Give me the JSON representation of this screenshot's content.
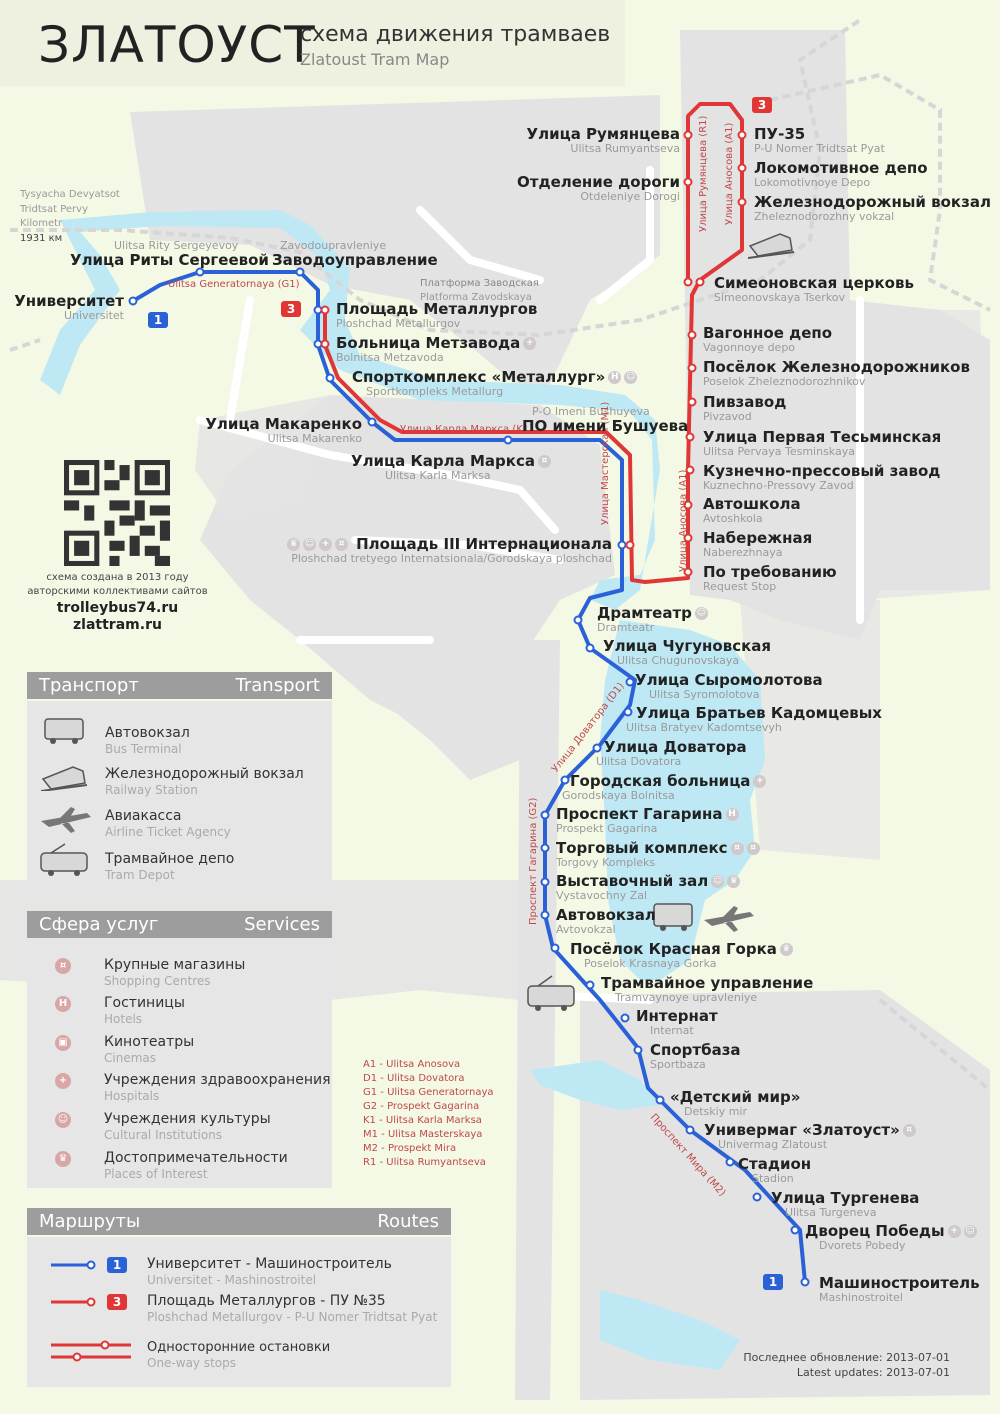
{
  "title": {
    "city": "ЗЛАТОУСТ",
    "subtitle_ru": "схема движения трамваев",
    "subtitle_en": "Zlatoust Tram Map"
  },
  "km_marker": {
    "line1": "Tysyacha Devyatsot",
    "line2": "Tridtsat Pervy",
    "line3": "Kilometr",
    "label": "1931 км"
  },
  "stations": {
    "universitet": {
      "ru": "Университет",
      "en": "Universitet"
    },
    "rity": {
      "ru": "Улица Риты Сергеевой",
      "en": "Ulitsa Rity Sergeyevoy"
    },
    "zavodo": {
      "ru": "Заводоуправление",
      "en": "Zavodoupravleniye"
    },
    "pl_metall": {
      "ru": "Площадь Металлургов",
      "en": "Ploshchad Metallurgov"
    },
    "bolnitsa_metz": {
      "ru": "Больница Метзавода",
      "en": "Bolnitsa Metzavoda"
    },
    "sport_metall": {
      "ru": "Спорткомплекс «Металлург»",
      "en": "Sportkompleks Metallurg"
    },
    "makarenko": {
      "ru": "Улица Макаренко",
      "en": "Ulitsa Makarenko"
    },
    "karla_marksa": {
      "ru": "Улица Карла Маркса",
      "en": "Ulitsa Karla Marksa"
    },
    "bushuyeva": {
      "ru": "ПО имени Бушуева",
      "en": "P-O Imeni Bushuyeva"
    },
    "pl_internats": {
      "ru": "Площадь III Интернационала",
      "en": "Ploshchad tretyego Internatsionala/Gorodskaya ploshchad"
    },
    "rumyantseva": {
      "ru": "Улица Румянцева",
      "en": "Ulitsa Rumyantseva"
    },
    "otd_dorogi": {
      "ru": "Отделение дороги",
      "en": "Otdeleniye Dorogi"
    },
    "pu35": {
      "ru": "ПУ-35",
      "en": "P-U Nomer Tridtsat Pyat"
    },
    "lokomotiv": {
      "ru": "Локомотивное депо",
      "en": "Lokomotivnoye Depo"
    },
    "zhd_vokzal": {
      "ru": "Железнодорожный вокзал",
      "en": "Zheleznodorozhny vokzal"
    },
    "simeon": {
      "ru": "Симеоновская церковь",
      "en": "Simeonovskaya Tserkov"
    },
    "vagon_depo": {
      "ru": "Вагонное депо",
      "en": "Vagonnoye depo"
    },
    "pos_zhd": {
      "ru": "Посёлок Железнодорожников",
      "en": "Poselok Zheleznodorozhnikov"
    },
    "pivzavod": {
      "ru": "Пивзавод",
      "en": "Pivzavod"
    },
    "tesminskaya": {
      "ru": "Улица Первая Тесьминская",
      "en": "Ulitsa Pervaya Tesminskaya"
    },
    "kuznechno": {
      "ru": "Кузнечно-прессовый завод",
      "en": "Kuznechno-Pressovy Zavod"
    },
    "avtoshkola": {
      "ru": "Автошкола",
      "en": "Avtoshkola"
    },
    "naberezhnaya": {
      "ru": "Набережная",
      "en": "Naberezhnaya"
    },
    "po_treb": {
      "ru": "По требованию",
      "en": "Request Stop"
    },
    "dramteatr": {
      "ru": "Драмтеатр",
      "en": "Dramteatr"
    },
    "chugunovskaya": {
      "ru": "Улица Чугуновская",
      "en": "Ulitsa Chugunovskaya"
    },
    "syromolotova": {
      "ru": "Улица Сыромолотова",
      "en": "Ulitsa Syromolotova"
    },
    "kadomtsevykh": {
      "ru": "Улица Братьев Кадомцевых",
      "en": "Ulitsa Bratyev Kadomtsevyh"
    },
    "dovatora": {
      "ru": "Улица Доватора",
      "en": "Ulitsa Dovatora"
    },
    "gor_bolnitsa": {
      "ru": "Городская больница",
      "en": "Gorodskaya Bolnitsa"
    },
    "gagarina": {
      "ru": "Проспект Гагарина",
      "en": "Prospekt Gagarina"
    },
    "torg_kompleks": {
      "ru": "Торговый комплекс",
      "en": "Torgovy Kompleks"
    },
    "vyst_zal": {
      "ru": "Выставочный зал",
      "en": "Vystavochny Zal"
    },
    "avtovokzal": {
      "ru": "Автовокзал",
      "en": "Avtovokzal"
    },
    "krasnaya_gorka": {
      "ru": "Посёлок Красная Горка",
      "en": "Poselok Krasnaya Gorka"
    },
    "tramv_upr": {
      "ru": "Трамвайное управление",
      "en": "Tramvaynoye upravleniye"
    },
    "internat": {
      "ru": "Интернат",
      "en": "Internat"
    },
    "sportbaza": {
      "ru": "Спортбаза",
      "en": "Sportbaza"
    },
    "detsky_mir": {
      "ru": "«Детский мир»",
      "en": "Detskiy mir"
    },
    "univermag": {
      "ru": "Универмаг «Златоуст»",
      "en": "Univermag Zlatoust"
    },
    "stadion": {
      "ru": "Стадион",
      "en": "Stadion"
    },
    "turgeneva": {
      "ru": "Улица Тургенева",
      "en": "Ulitsa Turgeneva"
    },
    "dvorets": {
      "ru": "Дворец Победы",
      "en": "Dvorets Pobedy"
    },
    "mashinostroitel": {
      "ru": "Машиностроитель",
      "en": "Mashinostroitel"
    }
  },
  "streets": {
    "generatornaya": "Ulitsa Generatornaya (G1)",
    "karla_marksa": "Улица Карла Маркса (K1)",
    "masterskaya": "Улица Мастерская (M1)",
    "anosova_bottom": "Улица Аносова (A1)",
    "rumyantseva": "Улица Румянцева (R1)",
    "anosova_top": "Улица Аносова (A1)",
    "dovatora": "Улица Доватора (D1)",
    "gagarina": "Проспект Гагарина (G2)",
    "mira": "Проспект Мира (M2)"
  },
  "landmarks": {
    "platforma_ru": "Платформа Заводская",
    "platforma_en": "Platforma Zavodskaya"
  },
  "route_badges": {
    "blue": "1",
    "red": "3"
  },
  "credits": {
    "line1": "схема создана в 2013 году",
    "line2": "авторскими коллективами сайтов",
    "site1": "trolleybus74.ru",
    "site2": "zlattram.ru"
  },
  "transport_legend": {
    "head_ru": "Транспорт",
    "head_en": "Transport",
    "items": [
      {
        "ru": "Автовокзал",
        "en": "Bus Terminal",
        "icon": "bus-icon"
      },
      {
        "ru": "Железнодорожный вокзал",
        "en": "Railway Station",
        "icon": "train-icon"
      },
      {
        "ru": "Авиакасса",
        "en": "Airline Ticket Agency",
        "icon": "plane-icon"
      },
      {
        "ru": "Трамвайное депо",
        "en": "Tram Depot",
        "icon": "tram-icon"
      }
    ]
  },
  "services_legend": {
    "head_ru": "Сфера услуг",
    "head_en": "Services",
    "items": [
      {
        "ru": "Крупные магазины",
        "en": "Shopping Centres",
        "icon": "cart-icon"
      },
      {
        "ru": "Гостиницы",
        "en": "Hotels",
        "icon": "hotel-icon"
      },
      {
        "ru": "Кинотеатры",
        "en": "Cinemas",
        "icon": "cinema-icon"
      },
      {
        "ru": "Учреждения здравоохранения",
        "en": "Hospitals",
        "icon": "hospital-cross-icon"
      },
      {
        "ru": "Учреждения культуры",
        "en": "Cultural Institutions",
        "icon": "theatre-mask-icon"
      },
      {
        "ru": "Достопримечательности",
        "en": "Places of Interest",
        "icon": "crown-icon"
      }
    ]
  },
  "routes_legend": {
    "head_ru": "Маршруты",
    "head_en": "Routes",
    "items": [
      {
        "num": "1",
        "ru": "Университет - Машиностроитель",
        "en": "Universitet - Mashinostroitel",
        "color": "#2a61d6"
      },
      {
        "num": "3",
        "ru": "Площадь Металлургов - ПУ №35",
        "en": "Ploshchad Metallurgov - P-U Nomer Tridtsat Pyat",
        "color": "#e03636"
      },
      {
        "ru": "Односторонние остановки",
        "en": "One-way stops"
      }
    ]
  },
  "street_abbrev": [
    "A1 - Ulitsa Anosova",
    "D1 - Ulitsa Dovatora",
    "G1 - Ulitsa Generatornaya",
    "G2 - Prospekt Gagarina",
    "K1 - Ulitsa Karla Marksa",
    "M1 - Ulitsa Masterskaya",
    "M2 - Prospekt Mira",
    "R1 - Ulitsa Rumyantseva"
  ],
  "update": {
    "ru": "Последнее обновление: 2013-07-01",
    "en": "Latest updates: 2013-07-01"
  },
  "colors": {
    "blue_line": "#2a61d6",
    "red_line": "#e03636",
    "river": "#bfe8f5",
    "blocks": "#e3e3e3"
  }
}
